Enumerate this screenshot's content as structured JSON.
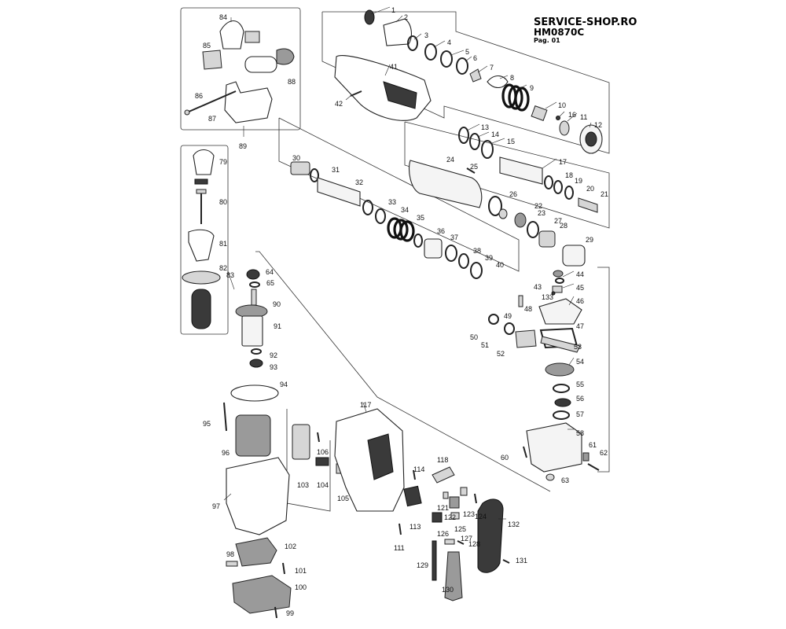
{
  "header": {
    "title": "SERVICE-SHOP.RO",
    "model": "HM0870C",
    "page": "Pag. 01"
  },
  "parts": [
    {
      "id": "p1",
      "num": "1"
    },
    {
      "id": "p2",
      "num": "2"
    },
    {
      "id": "p3",
      "num": "3"
    },
    {
      "id": "p4",
      "num": "4"
    },
    {
      "id": "p5",
      "num": "5"
    },
    {
      "id": "p6",
      "num": "6"
    },
    {
      "id": "p7",
      "num": "7"
    },
    {
      "id": "p8",
      "num": "8"
    },
    {
      "id": "p9",
      "num": "9"
    },
    {
      "id": "p10",
      "num": "10"
    },
    {
      "id": "p11",
      "num": "11"
    },
    {
      "id": "p12",
      "num": "12"
    },
    {
      "id": "p13",
      "num": "13"
    },
    {
      "id": "p14",
      "num": "14"
    },
    {
      "id": "p15",
      "num": "15"
    },
    {
      "id": "p16",
      "num": "16"
    },
    {
      "id": "p17",
      "num": "17"
    },
    {
      "id": "p18",
      "num": "18"
    },
    {
      "id": "p19",
      "num": "19"
    },
    {
      "id": "p20",
      "num": "20"
    },
    {
      "id": "p21",
      "num": "21"
    },
    {
      "id": "p22",
      "num": "22"
    },
    {
      "id": "p23",
      "num": "23"
    },
    {
      "id": "p24",
      "num": "24"
    },
    {
      "id": "p25",
      "num": "25"
    },
    {
      "id": "p26",
      "num": "26"
    },
    {
      "id": "p27",
      "num": "27"
    },
    {
      "id": "p28",
      "num": "28"
    },
    {
      "id": "p29",
      "num": "29"
    },
    {
      "id": "p30",
      "num": "30"
    },
    {
      "id": "p31",
      "num": "31"
    },
    {
      "id": "p32",
      "num": "32"
    },
    {
      "id": "p33",
      "num": "33"
    },
    {
      "id": "p34",
      "num": "34"
    },
    {
      "id": "p35",
      "num": "35"
    },
    {
      "id": "p36",
      "num": "36"
    },
    {
      "id": "p37",
      "num": "37"
    },
    {
      "id": "p38",
      "num": "38"
    },
    {
      "id": "p39",
      "num": "39"
    },
    {
      "id": "p40",
      "num": "40"
    },
    {
      "id": "p41",
      "num": "41"
    },
    {
      "id": "p42",
      "num": "42"
    },
    {
      "id": "p43",
      "num": "43"
    },
    {
      "id": "p44",
      "num": "44"
    },
    {
      "id": "p45",
      "num": "45"
    },
    {
      "id": "p46",
      "num": "46"
    },
    {
      "id": "p47",
      "num": "47"
    },
    {
      "id": "p48",
      "num": "48"
    },
    {
      "id": "p49",
      "num": "49"
    },
    {
      "id": "p50",
      "num": "50"
    },
    {
      "id": "p51",
      "num": "51"
    },
    {
      "id": "p52",
      "num": "52"
    },
    {
      "id": "p53",
      "num": "53"
    },
    {
      "id": "p54",
      "num": "54"
    },
    {
      "id": "p55",
      "num": "55"
    },
    {
      "id": "p56",
      "num": "56"
    },
    {
      "id": "p57",
      "num": "57"
    },
    {
      "id": "p58",
      "num": "58"
    },
    {
      "id": "p60",
      "num": "60"
    },
    {
      "id": "p61",
      "num": "61"
    },
    {
      "id": "p62",
      "num": "62"
    },
    {
      "id": "p63",
      "num": "63"
    },
    {
      "id": "p64",
      "num": "64"
    },
    {
      "id": "p65",
      "num": "65"
    },
    {
      "id": "p79",
      "num": "79"
    },
    {
      "id": "p80",
      "num": "80"
    },
    {
      "id": "p81",
      "num": "81"
    },
    {
      "id": "p82",
      "num": "82"
    },
    {
      "id": "p83",
      "num": "83"
    },
    {
      "id": "p84",
      "num": "84"
    },
    {
      "id": "p85",
      "num": "85"
    },
    {
      "id": "p86",
      "num": "86"
    },
    {
      "id": "p87",
      "num": "87"
    },
    {
      "id": "p88",
      "num": "88"
    },
    {
      "id": "p89",
      "num": "89"
    },
    {
      "id": "p90",
      "num": "90"
    },
    {
      "id": "p91",
      "num": "91"
    },
    {
      "id": "p92",
      "num": "92"
    },
    {
      "id": "p93",
      "num": "93"
    },
    {
      "id": "p94",
      "num": "94"
    },
    {
      "id": "p95",
      "num": "95"
    },
    {
      "id": "p96",
      "num": "96"
    },
    {
      "id": "p97",
      "num": "97"
    },
    {
      "id": "p98",
      "num": "98"
    },
    {
      "id": "p99",
      "num": "99"
    },
    {
      "id": "p100",
      "num": "100"
    },
    {
      "id": "p101",
      "num": "101"
    },
    {
      "id": "p102",
      "num": "102"
    },
    {
      "id": "p103",
      "num": "103"
    },
    {
      "id": "p104",
      "num": "104"
    },
    {
      "id": "p105",
      "num": "105"
    },
    {
      "id": "p106",
      "num": "106"
    },
    {
      "id": "p111",
      "num": "111"
    },
    {
      "id": "p113",
      "num": "113"
    },
    {
      "id": "p114",
      "num": "114"
    },
    {
      "id": "p117",
      "num": "117"
    },
    {
      "id": "p118",
      "num": "118"
    },
    {
      "id": "p121",
      "num": "121"
    },
    {
      "id": "p122",
      "num": "122"
    },
    {
      "id": "p123",
      "num": "123"
    },
    {
      "id": "p124",
      "num": "124"
    },
    {
      "id": "p125",
      "num": "125"
    },
    {
      "id": "p126",
      "num": "126"
    },
    {
      "id": "p127",
      "num": "127"
    },
    {
      "id": "p128",
      "num": "128"
    },
    {
      "id": "p129",
      "num": "129"
    },
    {
      "id": "p130",
      "num": "130"
    },
    {
      "id": "p131",
      "num": "131"
    },
    {
      "id": "p132",
      "num": "132"
    },
    {
      "id": "p133",
      "num": "133"
    }
  ]
}
